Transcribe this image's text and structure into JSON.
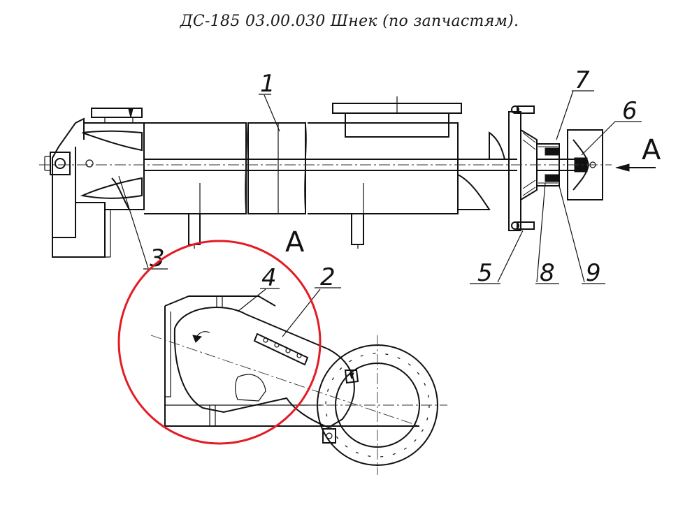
{
  "title": "ДС-185  03.00.030   Шнек  (по запчастям).",
  "callouts": {
    "c1": "1",
    "c2": "2",
    "c3": "3",
    "c4": "4",
    "c5": "5",
    "c6": "6",
    "c7": "7",
    "c8": "8",
    "c9": "9"
  },
  "view_marks": {
    "view_arrow": "A",
    "view_label": "A"
  },
  "highlight": {
    "color": "#e31b23"
  }
}
